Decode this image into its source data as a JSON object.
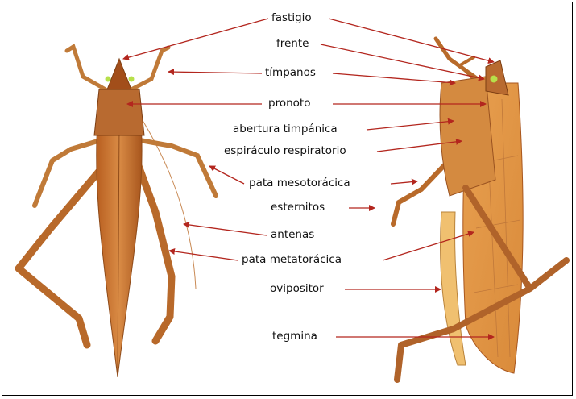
{
  "diagram": {
    "labels": [
      {
        "id": "fastigio",
        "text": "fastigio"
      },
      {
        "id": "frente",
        "text": "frente"
      },
      {
        "id": "timpanos",
        "text": "tímpanos"
      },
      {
        "id": "pronoto",
        "text": "pronoto"
      },
      {
        "id": "abertura",
        "text": "abertura timpánica"
      },
      {
        "id": "espiraculo",
        "text": "espiráculo respiratorio"
      },
      {
        "id": "pata_meso",
        "text": "pata mesotorácica"
      },
      {
        "id": "esternitos",
        "text": "esternitos"
      },
      {
        "id": "antenas",
        "text": "antenas"
      },
      {
        "id": "pata_meta",
        "text": "pata metatorácica"
      },
      {
        "id": "ovipositor",
        "text": "ovipositor"
      },
      {
        "id": "tegmina",
        "text": "tegmina"
      }
    ],
    "colors": {
      "arrow": "#b3261e",
      "body_dark": "#a8561d",
      "body_light": "#e6a45a",
      "leg": "#b86a2a",
      "ovipositor": "#f0c070",
      "eye": "#b7e04a"
    },
    "specimens": [
      "dorsal-view",
      "lateral-view"
    ]
  }
}
